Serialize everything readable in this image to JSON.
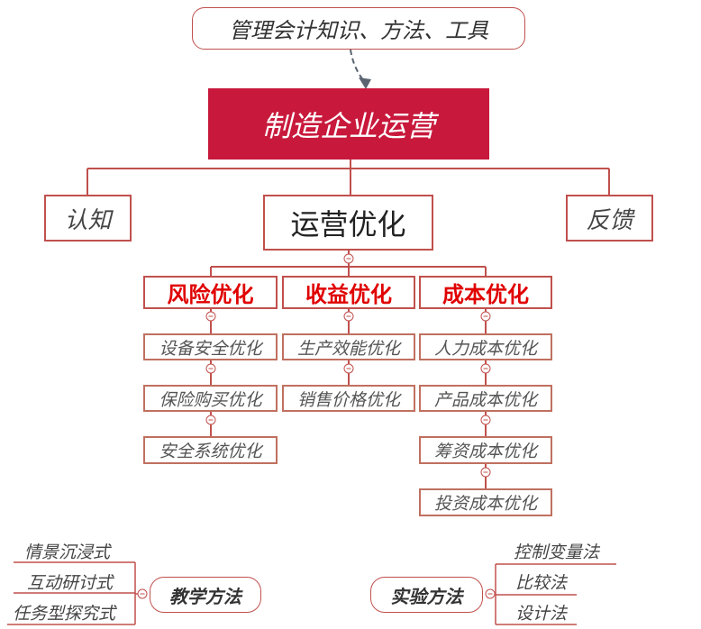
{
  "top_note": "管理会计知识、方法、工具",
  "main_title": "制造企业运营",
  "left_node": "认知",
  "center_node": "运营优化",
  "right_node": "反馈",
  "categories": [
    {
      "title": "风险优化",
      "items": [
        "设备安全优化",
        "保险购买优化",
        "安全系统优化"
      ]
    },
    {
      "title": "收益优化",
      "items": [
        "生产效能优化",
        "销售价格优化"
      ]
    },
    {
      "title": "成本优化",
      "items": [
        "人力成本优化",
        "产品成本优化",
        "筹资成本优化",
        "投资成本优化"
      ]
    }
  ],
  "teaching": {
    "title": "教学方法",
    "items": [
      "情景沉浸式",
      "互动研讨式",
      "任务型探究式"
    ]
  },
  "experiment": {
    "title": "实验方法",
    "items": [
      "控制变量法",
      "比较法",
      "设计法"
    ]
  },
  "colors": {
    "brand": "#c8193c",
    "border": "#c0504d",
    "category_text": "#e00000",
    "arrow": "#5a6470"
  }
}
